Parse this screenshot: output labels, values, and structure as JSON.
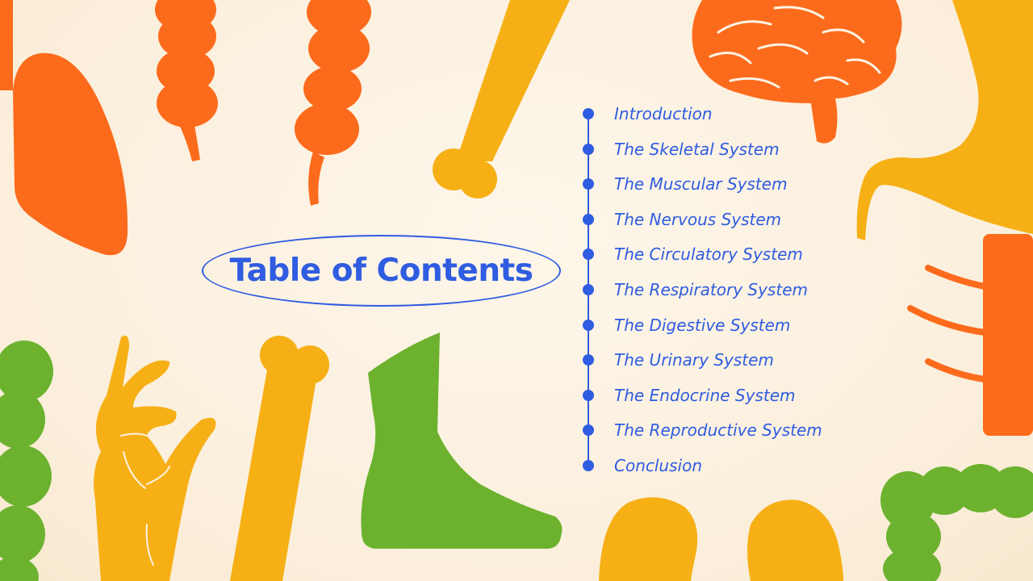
{
  "slide": {
    "title": "Table of Contents",
    "accent_color": "#2f5ce0",
    "toc": [
      "Introduction",
      "The Skeletal System",
      "The Muscular System",
      "The Nervous System",
      "The Circulatory System",
      "The Respiratory System",
      "The Digestive System",
      "The Urinary System",
      "The Endocrine System",
      "The Reproductive System",
      "Conclusion"
    ]
  },
  "illustrations": {
    "icons": [
      "lung-icon",
      "colon-icon",
      "bone-icon",
      "brain-icon",
      "stomach-icon",
      "ribs-icon",
      "hand-icon",
      "foot-icon",
      "kidney-icon",
      "intestine-icon"
    ],
    "colors": {
      "orange": "#fc6b1c",
      "yellow": "#f6b016",
      "green": "#6cb22e"
    }
  }
}
